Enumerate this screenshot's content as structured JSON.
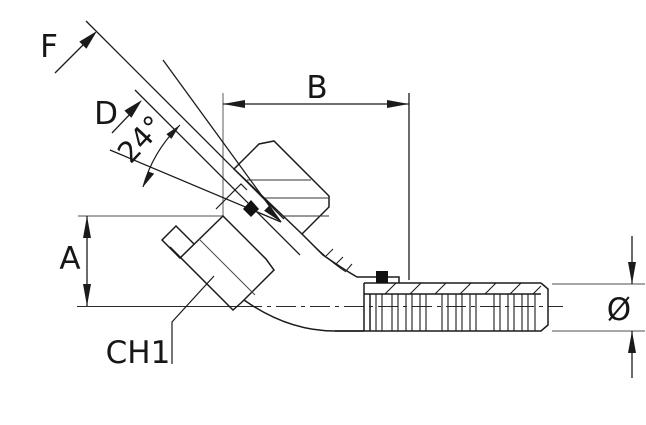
{
  "drawing": {
    "type": "technical-dimension-drawing",
    "subject": "45-degree female swivel hose fitting with hose barb stem",
    "labels": {
      "F": "F",
      "D": "D",
      "B": "B",
      "A": "A",
      "CH1": "CH1",
      "diameter": "Ø",
      "angle": "24°"
    },
    "colors": {
      "line": "#1b1b1b",
      "extension": "#8a8a8a",
      "background": "#ffffff"
    }
  }
}
